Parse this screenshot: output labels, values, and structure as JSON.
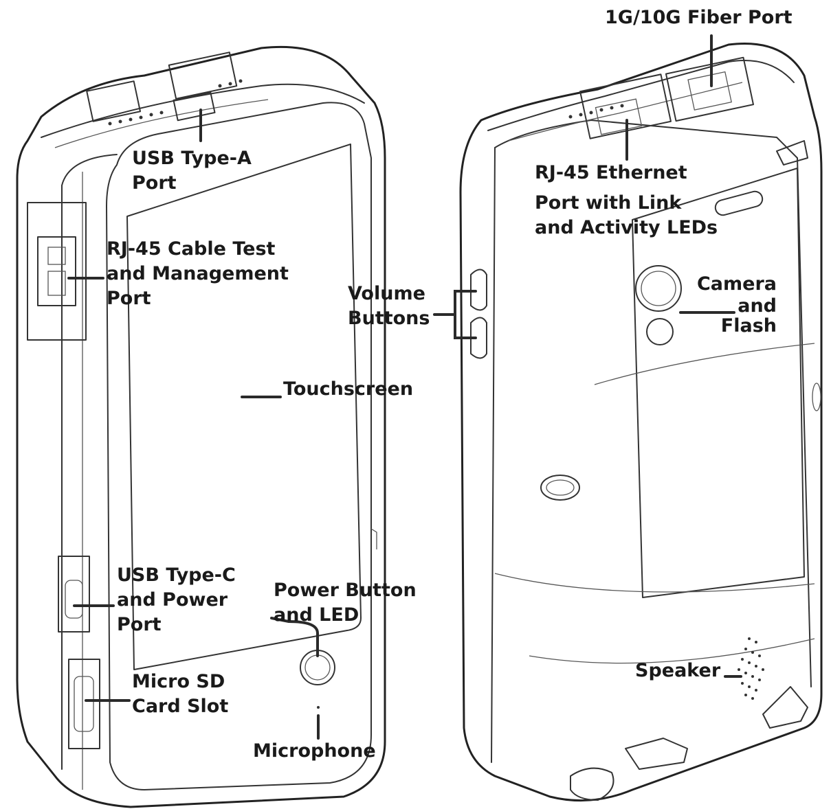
{
  "labels": {
    "usb_type_a": [
      "USB Type-A",
      "Port"
    ],
    "rj45_cable_test": [
      "RJ-45 Cable Test",
      "and Management",
      "Port"
    ],
    "touchscreen": [
      "Touchscreen"
    ],
    "usb_type_c": [
      "USB Type-C",
      "and Power",
      "Port"
    ],
    "power_button": [
      "Power Button",
      "and LED"
    ],
    "micro_sd": [
      "Micro SD",
      "Card Slot"
    ],
    "microphone": [
      "Microphone"
    ],
    "volume_buttons": [
      "Volume",
      "Buttons"
    ],
    "fiber_port": [
      "1G/10G Fiber Port"
    ],
    "rj45_ethernet": [
      "RJ-45 Ethernet",
      "Port with Link",
      "and Activity LEDs"
    ],
    "camera_flash": [
      "Camera",
      "and",
      "Flash"
    ],
    "speaker": [
      "Speaker"
    ]
  },
  "colors": {
    "ink": "#222222",
    "text": "#1a1a1a",
    "background": "#ffffff"
  }
}
